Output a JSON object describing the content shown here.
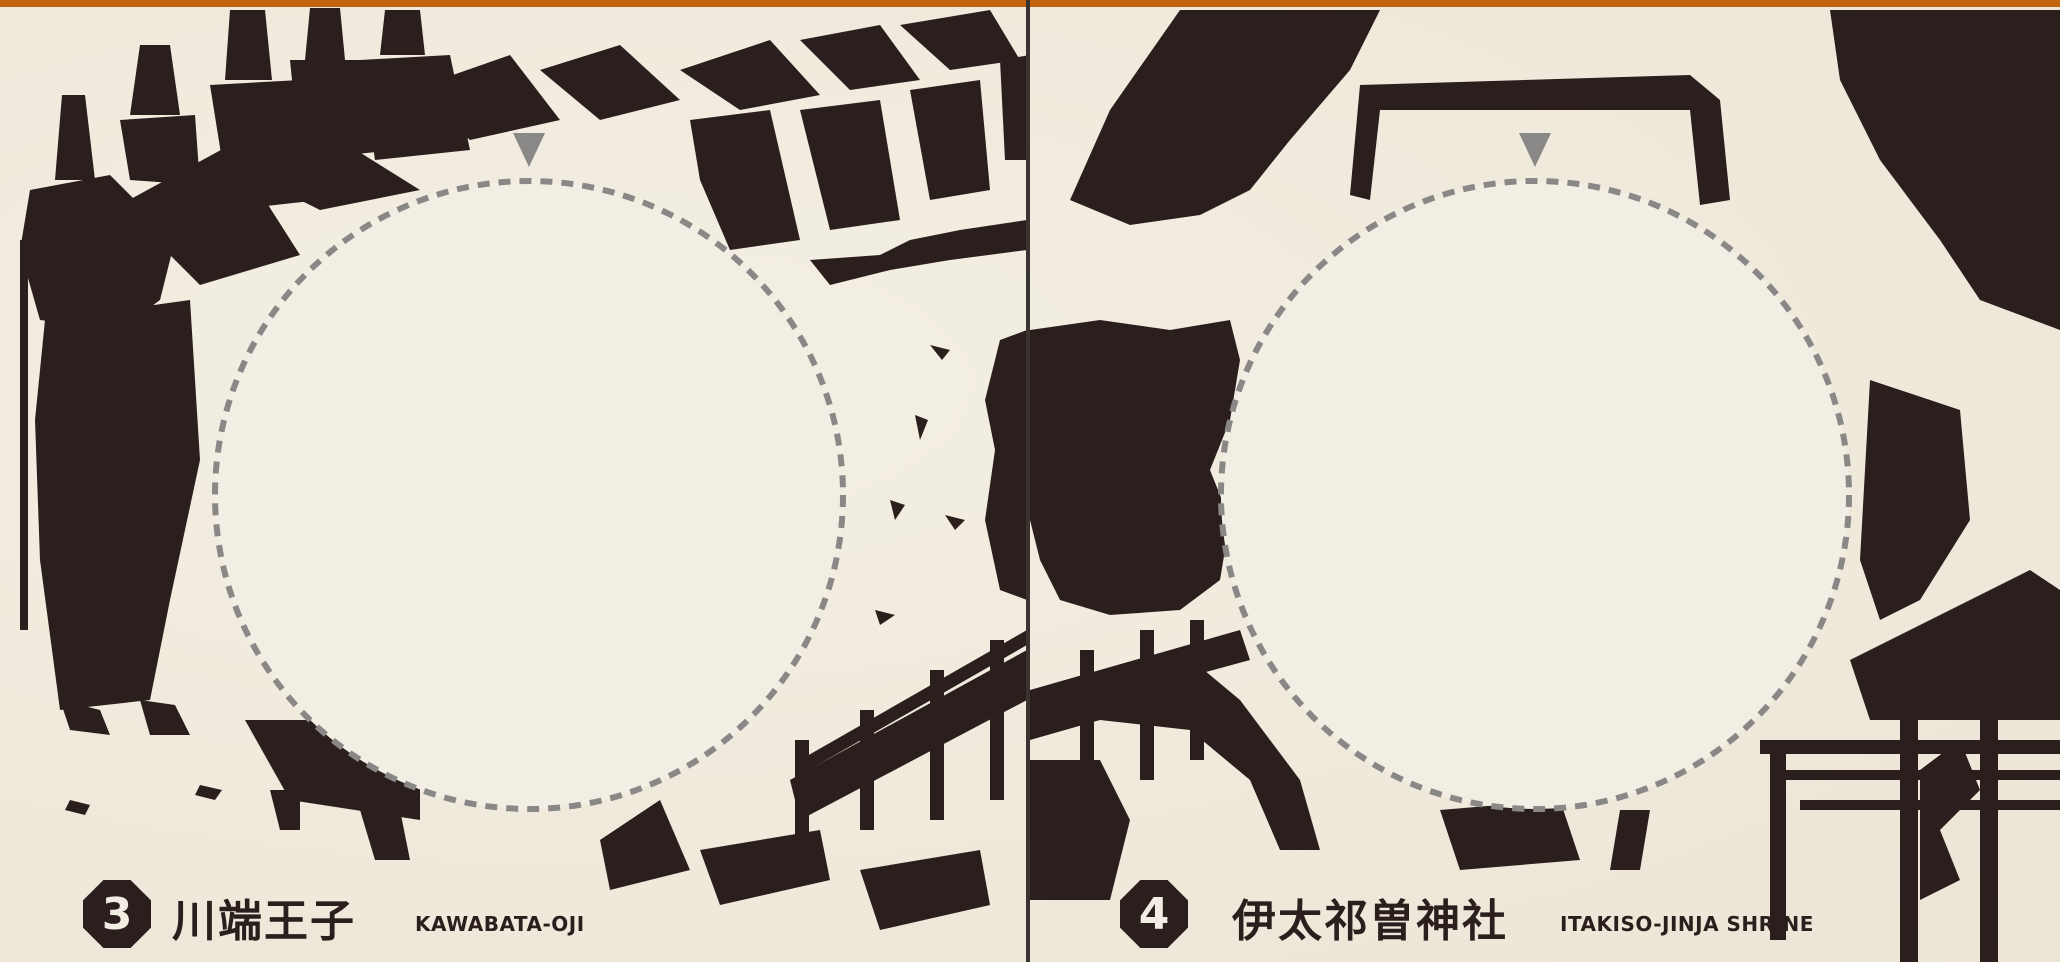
{
  "colors": {
    "background": "#efe9dc",
    "ink": "#2a1f1c",
    "accent_bar": "#c2640f",
    "dashed_circle": "#8a8887"
  },
  "panels": [
    {
      "number": "3",
      "name_jp": "川端王子",
      "name_en": "KAWABATA-OJI",
      "illustration": "procession-of-pilgrims-icon"
    },
    {
      "number": "4",
      "name_jp": "伊太祁曽神社",
      "name_en": "ITAKISO-JINJA SHRINE",
      "illustration": "arched-bridge-and-shrine-icon"
    }
  ]
}
